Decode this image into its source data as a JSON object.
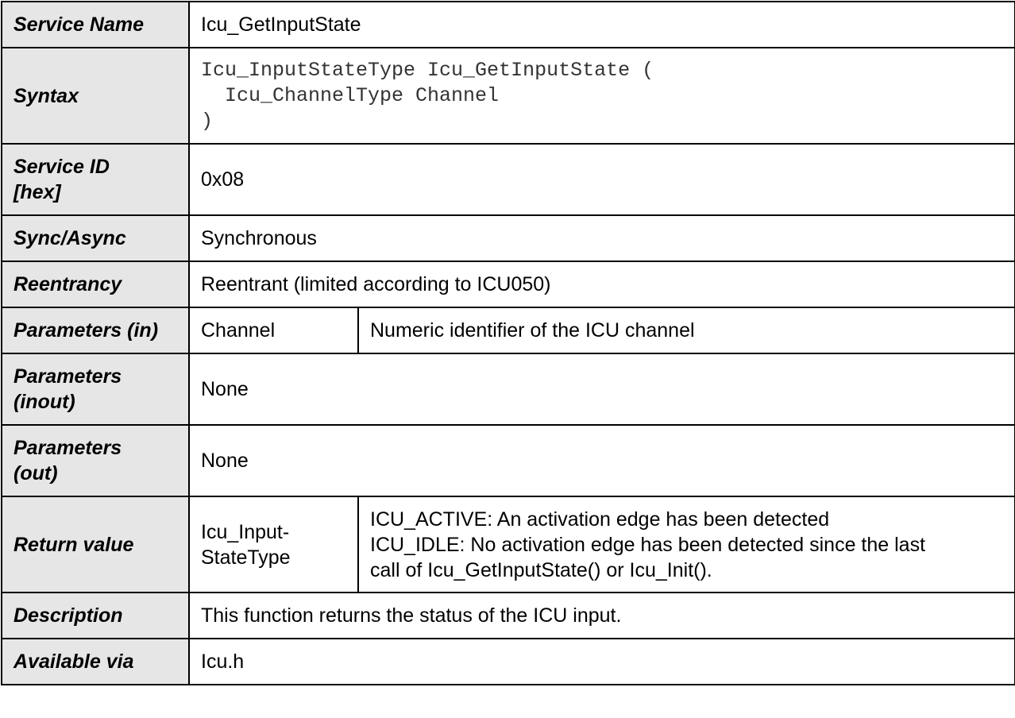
{
  "table": {
    "service_name": {
      "label": "Service Name",
      "value": "Icu_GetInputState"
    },
    "syntax": {
      "label": "Syntax",
      "lines": [
        "Icu_InputStateType Icu_GetInputState (",
        "  Icu_ChannelType Channel",
        ")"
      ]
    },
    "service_id": {
      "label_line1": "Service ID",
      "label_line2": "[hex]",
      "value": "0x08"
    },
    "sync_async": {
      "label": "Sync/Async",
      "value": "Synchronous"
    },
    "reentrancy": {
      "label": "Reentrancy",
      "value": "Reentrant (limited according to ICU050)"
    },
    "parameters_in": {
      "label": "Parameters (in)",
      "name": "Channel",
      "description": "Numeric identifier of the ICU channel"
    },
    "parameters_inout": {
      "label_line1": "Parameters",
      "label_line2": "(inout)",
      "value": "None"
    },
    "parameters_out": {
      "label_line1": "Parameters",
      "label_line2": "(out)",
      "value": "None"
    },
    "return_value": {
      "label": "Return value",
      "type_line1": "Icu_Input-",
      "type_line2": "StateType",
      "description_line1": "ICU_ACTIVE: An activation edge has been detected",
      "description_line2": "ICU_IDLE: No activation edge has been detected since the last",
      "description_line3": "call of Icu_GetInputState() or Icu_Init()."
    },
    "description": {
      "label": "Description",
      "value": "This function returns the status of the ICU input."
    },
    "available_via": {
      "label": "Available via",
      "value": "Icu.h"
    }
  }
}
